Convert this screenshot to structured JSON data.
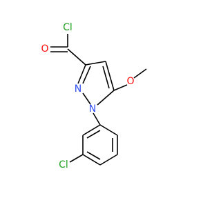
{
  "molecule": {
    "atoms": {
      "acyl_chlorine": "Cl",
      "carbonyl_oxygen": "O",
      "ring_nitrogen_2": "N",
      "ring_nitrogen_1": "N",
      "ether_oxygen": "O",
      "aryl_chlorine": "Cl"
    }
  },
  "colors": {
    "bond": "#000000",
    "chlorine": "#1fa01f",
    "oxygen": "#ff0d0d",
    "nitrogen": "#3050f8"
  }
}
